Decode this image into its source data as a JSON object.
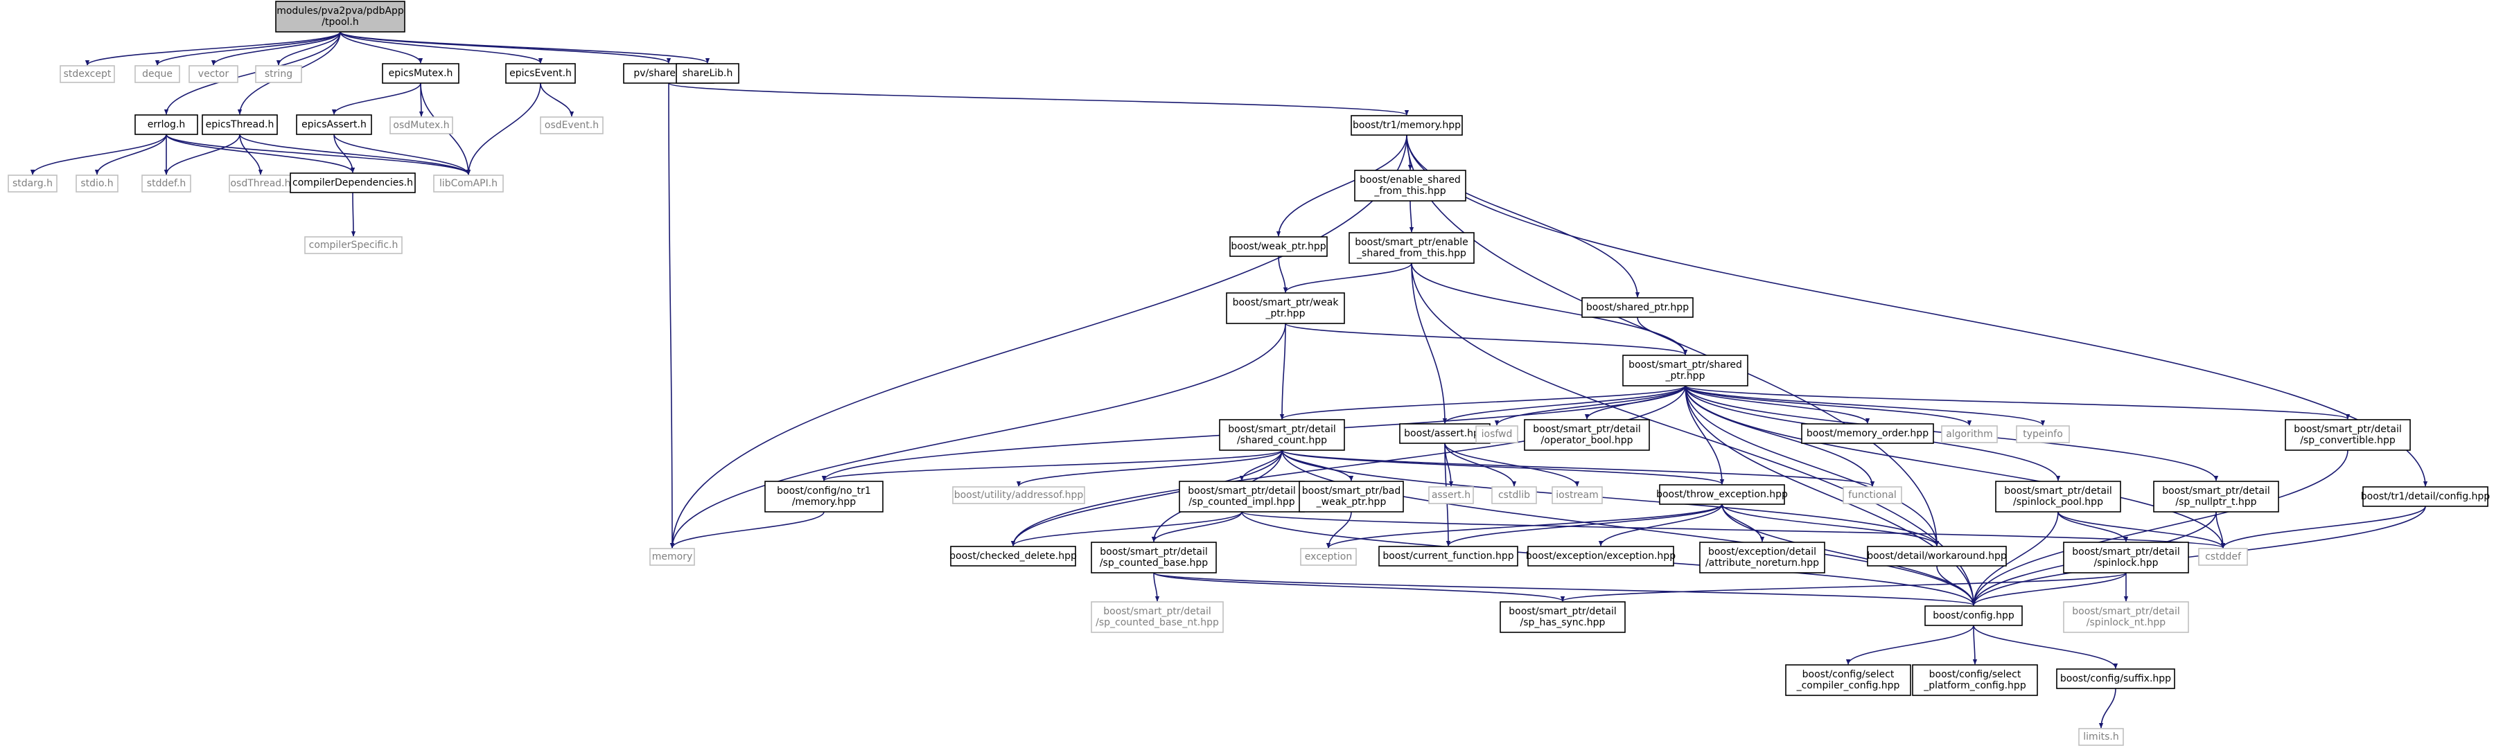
{
  "title": "modules/pva2pva/pdbApp/tpool.h",
  "colors": {
    "edge": "#191970",
    "root_fill": "#bfbfbf",
    "documented_stroke": "#000000",
    "system_stroke": "#bfbfbf",
    "documented_text": "#000000",
    "system_text": "#7f7f7f"
  },
  "nodes": {
    "root": [
      "modules/pva2pva/pdbApp",
      "/tpool.h"
    ],
    "stdexcept": [
      "stdexcept"
    ],
    "deque": [
      "deque"
    ],
    "vector": [
      "vector"
    ],
    "string": [
      "string"
    ],
    "epicsMutex": [
      "epicsMutex.h"
    ],
    "epicsEvent": [
      "epicsEvent.h"
    ],
    "sharedPtr": [
      "pv/sharedPtr.h"
    ],
    "shareLib": [
      "shareLib.h"
    ],
    "errlog": [
      "errlog.h"
    ],
    "epicsThread": [
      "epicsThread.h"
    ],
    "epicsAssert": [
      "epicsAssert.h"
    ],
    "osdMutex": [
      "osdMutex.h"
    ],
    "osdEvent": [
      "osdEvent.h"
    ],
    "tr1memory": [
      "boost/tr1/memory.hpp"
    ],
    "stdarg": [
      "stdarg.h"
    ],
    "stdio": [
      "stdio.h"
    ],
    "stddef": [
      "stddef.h"
    ],
    "osdThread": [
      "osdThread.h"
    ],
    "compilerDep": [
      "compilerDependencies.h"
    ],
    "libComAPI": [
      "libComAPI.h"
    ],
    "compilerSpec": [
      "compilerSpecific.h"
    ],
    "enableShared": [
      "boost/enable_shared",
      "_from_this.hpp"
    ],
    "weakPtrHpp": [
      "boost/weak_ptr.hpp"
    ],
    "spEnableShared": [
      "boost/smart_ptr/enable",
      "_shared_from_this.hpp"
    ],
    "spWeakPtr": [
      "boost/smart_ptr/weak",
      "_ptr.hpp"
    ],
    "sharedPtrHpp": [
      "boost/shared_ptr.hpp"
    ],
    "spShared": [
      "boost/smart_ptr/shared",
      "_ptr.hpp"
    ],
    "sharedCount": [
      "boost/smart_ptr/detail",
      "/shared_count.hpp"
    ],
    "assertHpp": [
      "boost/assert.hpp"
    ],
    "iosfwd": [
      "iosfwd"
    ],
    "operatorBool": [
      "boost/smart_ptr/detail",
      "/operator_bool.hpp"
    ],
    "memoryOrder": [
      "boost/memory_order.hpp"
    ],
    "algorithm": [
      "algorithm"
    ],
    "typeinfo": [
      "typeinfo"
    ],
    "spConvertible": [
      "boost/smart_ptr/detail",
      "/sp_convertible.hpp"
    ],
    "tr1config": [
      "boost/tr1/detail/config.hpp"
    ],
    "noTr1": [
      "boost/config/no_tr1",
      "/memory.hpp"
    ],
    "addressof": [
      "boost/utility/addressof.hpp"
    ],
    "countedImpl": [
      "boost/smart_ptr/detail",
      "/sp_counted_impl.hpp"
    ],
    "badWeak": [
      "boost/smart_ptr/bad",
      "_weak_ptr.hpp"
    ],
    "assertH": [
      "assert.h"
    ],
    "cstdlib": [
      "cstdlib"
    ],
    "iostream": [
      "iostream"
    ],
    "throwExc": [
      "boost/throw_exception.hpp"
    ],
    "functional": [
      "functional"
    ],
    "spinlockPool": [
      "boost/smart_ptr/detail",
      "/spinlock_pool.hpp"
    ],
    "nullptrT": [
      "boost/smart_ptr/detail",
      "/sp_nullptr_t.hpp"
    ],
    "memory": [
      "memory"
    ],
    "checkedDelete": [
      "boost/checked_delete.hpp"
    ],
    "countedBase": [
      "boost/smart_ptr/detail",
      "/sp_counted_base.hpp"
    ],
    "exception": [
      "exception"
    ],
    "currentFunction": [
      "boost/current_function.hpp"
    ],
    "excException": [
      "boost/exception/exception.hpp"
    ],
    "attrNoreturn": [
      "boost/exception/detail",
      "/attribute_noreturn.hpp"
    ],
    "workaround": [
      "boost/detail/workaround.hpp"
    ],
    "spinlock": [
      "boost/smart_ptr/detail",
      "/spinlock.hpp"
    ],
    "cstddef": [
      "cstddef"
    ],
    "countedBaseNt": [
      "boost/smart_ptr/detail",
      "/sp_counted_base_nt.hpp"
    ],
    "hasSync": [
      "boost/smart_ptr/detail",
      "/sp_has_sync.hpp"
    ],
    "configHpp": [
      "boost/config.hpp"
    ],
    "spinlockNt": [
      "boost/smart_ptr/detail",
      "/spinlock_nt.hpp"
    ],
    "selectCompiler": [
      "boost/config/select",
      "_compiler_config.hpp"
    ],
    "selectPlatform": [
      "boost/config/select",
      "_platform_config.hpp"
    ],
    "suffix": [
      "boost/config/suffix.hpp"
    ],
    "limits": [
      "limits.h"
    ]
  }
}
